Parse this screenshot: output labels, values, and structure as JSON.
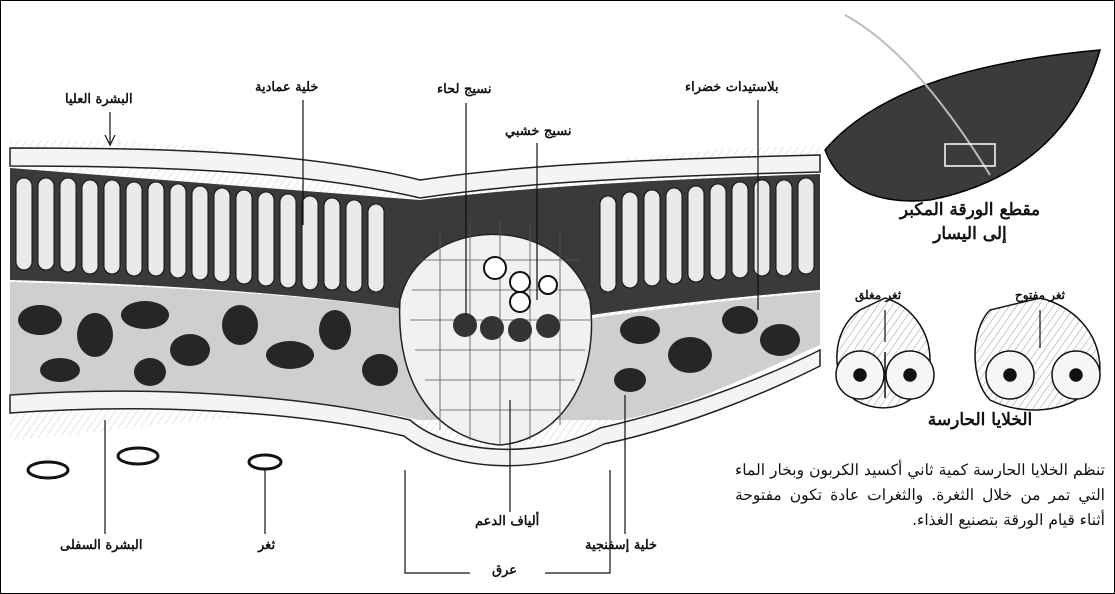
{
  "labels": {
    "upper_epidermis": "البشرة العليا",
    "palisade_cell": "خلية عمادية",
    "phloem": "نسيج لحاء",
    "xylem": "نسيج خشبي",
    "chloroplasts": "بلاستيدات خضراء",
    "lower_epidermis": "البشرة السفلى",
    "stoma": "ثغر",
    "vein": "عرق",
    "support_fibers": "ألياف الدعم",
    "spongy_cell": "خلية إسفنجية"
  },
  "inset": {
    "caption_line1": "مقطع الورقة المكبر",
    "caption_line2": "إلى اليسار",
    "closed_stoma": "ثغر مغلق",
    "open_stoma": "ثغر مفتوح",
    "guard_cells_title": "الخلايا الحارسة",
    "description": "تنظم الخلايا الحارسة كمية ثاني أكسيد الكربون وبخار الماء التي تمر من خلال الثغرة. والثغرات عادة تكون مفتوحة أثناء قيام الورقة بتصنيع الغذاء."
  }
}
